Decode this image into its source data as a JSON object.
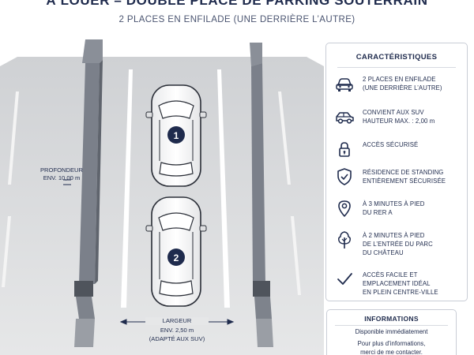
{
  "header": {
    "title": "À LOUER – DOUBLE PLACE DE PARKING SOUTERRAIN",
    "subtitle": "2 PLACES EN ENFILADE (UNE DERRIÈRE L’AUTRE)"
  },
  "diagram": {
    "car_1_number": "1",
    "car_2_number": "2",
    "depth_label_line1": "PROFONDEUR",
    "depth_label_line2": "ENV. 10,00 m",
    "width_label_line1": "LARGEUR",
    "width_label_line2": "ENV. 2,50 m",
    "width_label_line3": "(ADAPTÉ AUX SUV)"
  },
  "features": {
    "title": "Caractéristiques",
    "items": [
      {
        "icon": "car-front-icon",
        "line1": "2 PLACES EN ENFILADE",
        "line2": "(UNE DERRIÈRE L’AUTRE)",
        "line3": ""
      },
      {
        "icon": "suv-icon",
        "line1": "CONVIENT AUX SUV",
        "line2": "HAUTEUR MAX. : 2,00 m",
        "line3": ""
      },
      {
        "icon": "lock-icon",
        "line1": "Accès sécurisé",
        "line2": "",
        "line3": ""
      },
      {
        "icon": "shield-check-icon",
        "line1": "Résidence de standing",
        "line2": "entièrement sécurisée",
        "line3": ""
      },
      {
        "icon": "location-pin-icon",
        "line1": "À 3 minutes à pied",
        "line2": "du RER A",
        "line3": ""
      },
      {
        "icon": "tree-icon",
        "line1": "À 2 minutes à pied",
        "line2": "de l’entrée du Parc",
        "line3": "du Château"
      },
      {
        "icon": "checkmark-icon",
        "line1": "Accès facile et",
        "line2": "emplacement idéal",
        "line3": "en plein centre-ville"
      }
    ]
  },
  "info": {
    "title": "INFORMATIONS",
    "availability": "Disponible immédiatement",
    "contact_line1": "Pour plus d’informations,",
    "contact_line2": "merci de me contacter."
  },
  "colors": {
    "navy": "#1f2b4d",
    "floor": "#dadcde",
    "pillar": "#6b7079"
  }
}
